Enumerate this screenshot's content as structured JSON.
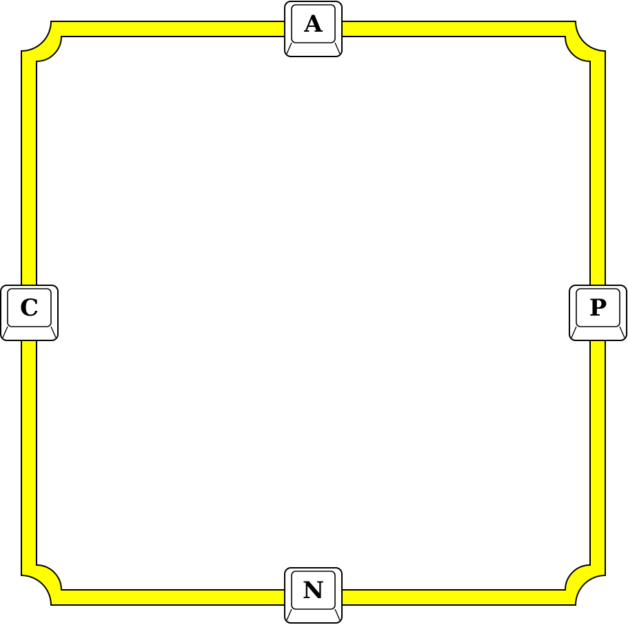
{
  "frame": {
    "fill_color": "#ffff00",
    "stroke_color": "#000000",
    "background": "#ffffff"
  },
  "keys": {
    "top": {
      "letter": "A"
    },
    "left": {
      "letter": "C"
    },
    "right": {
      "letter": "P"
    },
    "bottom": {
      "letter": "N"
    }
  }
}
